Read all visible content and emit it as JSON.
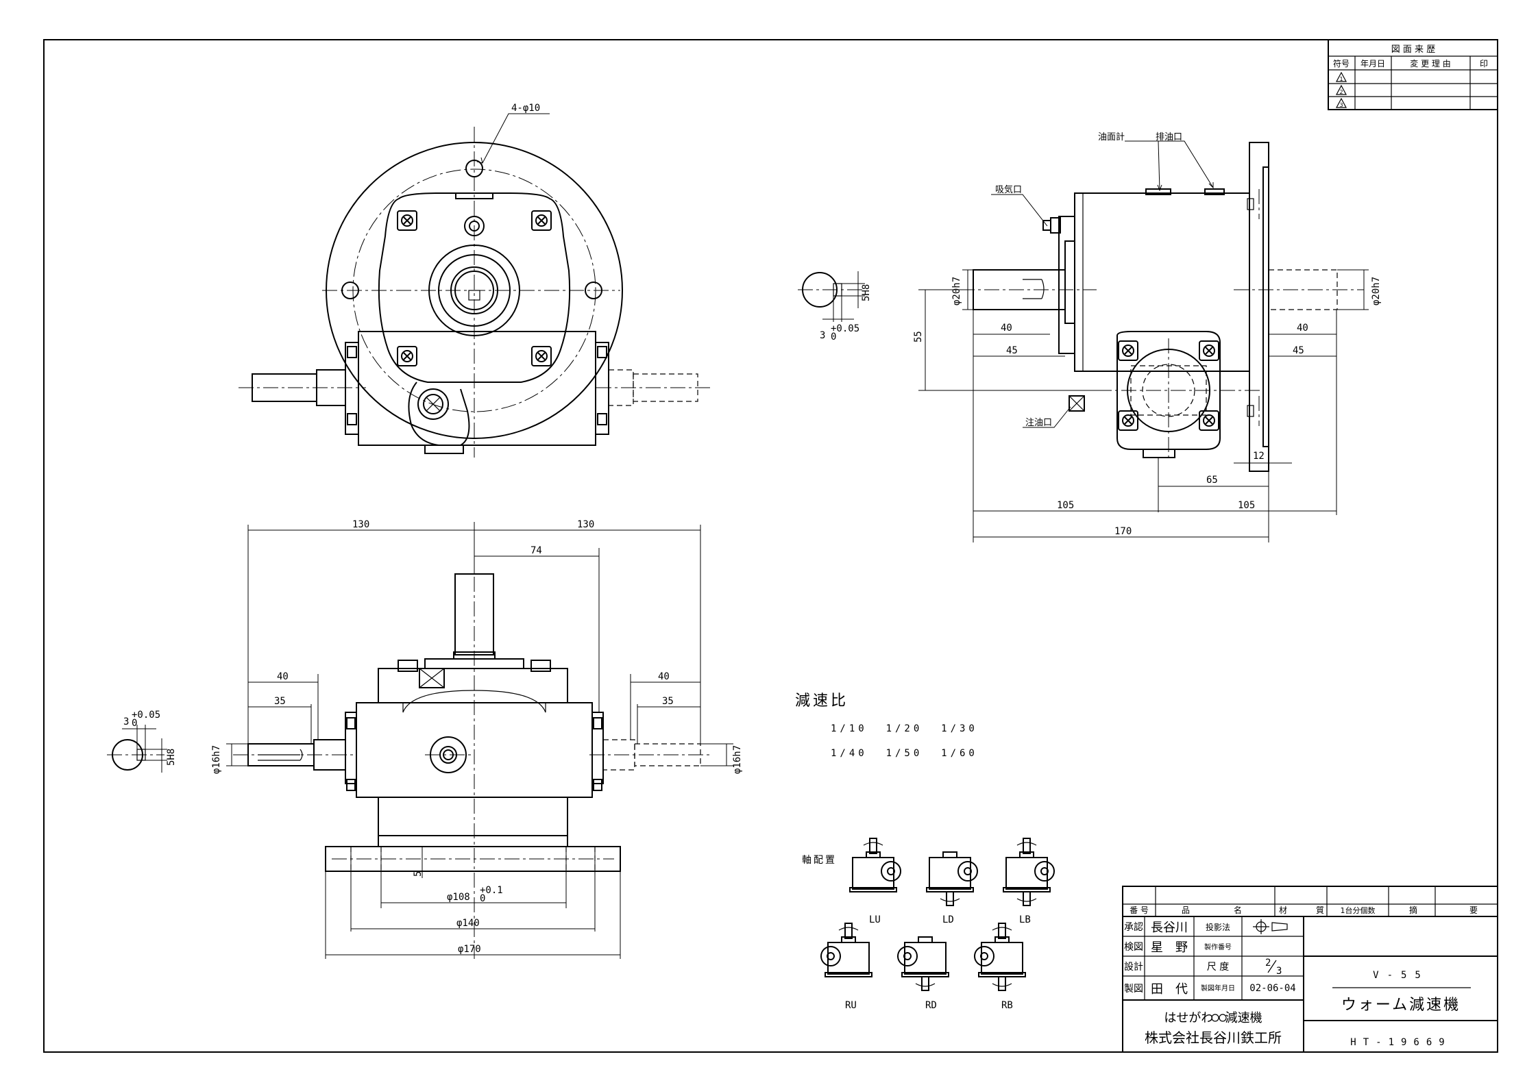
{
  "revision_table": {
    "title": "図 面 来 歴",
    "headers": [
      "符号",
      "年月日",
      "変 更 理 由",
      "印"
    ],
    "rows": [
      "1",
      "2",
      "3"
    ]
  },
  "front_view": {
    "hole_label": "4-φ10"
  },
  "side_view": {
    "labels": {
      "level_gauge": "油面計",
      "drain": "排油口",
      "breather": "吸気口",
      "filler": "注油口"
    },
    "dims": {
      "shaft_dia_left": "φ20h7",
      "shaft_dia_right": "φ20h7",
      "d40_left": "40",
      "d45_left": "45",
      "d40_right": "40",
      "d45_right": "45",
      "d55": "55",
      "d12": "12",
      "d65": "65",
      "d105_left": "105",
      "d105_right": "105",
      "d170": "170"
    },
    "key_section": {
      "width": "5H8",
      "depth": "3",
      "tol_upper": "+0.05",
      "tol_lower": "0"
    }
  },
  "top_view": {
    "dims": {
      "d130_left": "130",
      "d130_right": "130",
      "d74": "74",
      "d40_left": "40",
      "d35_left": "35",
      "d40_right": "40",
      "d35_right": "35",
      "shaft_dia_left": "φ16h7",
      "shaft_dia_right": "φ16h7",
      "d5": "5",
      "d108": "φ108",
      "d108_tol_upper": "+0.1",
      "d108_tol_lower": "0",
      "d140": "φ140",
      "d170": "φ170"
    },
    "key_section": {
      "width": "5H8",
      "depth": "3",
      "tol_upper": "+0.05",
      "tol_lower": "0"
    }
  },
  "ratio": {
    "title": "減速比",
    "line1": "1/10  1/20  1/30",
    "line2": "1/40  1/50  1/60"
  },
  "shaft_arrangement": {
    "title": "軸配置",
    "labels": [
      "LU",
      "LD",
      "LB",
      "RU",
      "RD",
      "RB"
    ]
  },
  "title_block": {
    "headers": [
      "番 号",
      "品",
      "名",
      "材",
      "質",
      "1台分個数",
      "摘",
      "要"
    ],
    "approve_label": "承認",
    "approve_name": "長谷川",
    "check_label": "検図",
    "check_name": "星　野",
    "design_label": "設計",
    "design_name": "",
    "draw_label": "製図",
    "draw_name": "田　代",
    "projection_label": "投影法",
    "mfg_no_label": "製作番号",
    "scale_label": "尺 度",
    "scale_num": "2",
    "scale_den": "3",
    "date_label": "製図年月日",
    "date": "02-06-04",
    "model": "V-55",
    "product_name": "ウォーム減速機",
    "company_line1": "はせがわ   減速機",
    "company_line2": "株式会社長谷川鉄工所",
    "drawing_no": "HT-19669"
  }
}
